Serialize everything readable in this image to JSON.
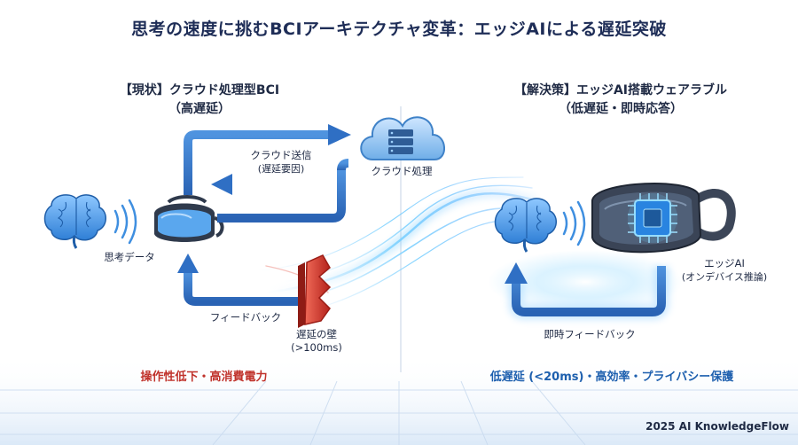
{
  "title": "思考の速度に挑むBCIアーキテクチャ変革：エッジAIによる遅延突破",
  "left_panel": {
    "heading_line1": "【現状】クラウド処理型BCI",
    "heading_line2": "（高遅延）",
    "cloud_send_label": "クラウド送信",
    "cloud_send_sub": "(遅延要因)",
    "cloud_process_label": "クラウド処理",
    "thought_data_label": "思考データ",
    "feedback_label": "フィードバック",
    "latency_wall_label": "遅延の壁",
    "latency_wall_value": "(>100ms)",
    "issues": "操作性低下・高消費電力"
  },
  "right_panel": {
    "heading_line1": "【解決策】エッジAI搭載ウェアラブル",
    "heading_line2": "（低遅延・即時応答）",
    "edge_ai_label": "エッジAI",
    "edge_ai_sub": "(オンデバイス推論)",
    "instant_feedback_label": "即時フィードバック",
    "benefits": "低遅延 (<20ms)・高効率・プライバシー保護"
  },
  "footer": "2025 AI KnowledgeFlow",
  "icons": {
    "brain": "brain-icon",
    "headset": "vr-headset-icon",
    "cloud": "cloud-server-icon",
    "wall": "latency-wall-icon",
    "chip": "ai-chip-icon",
    "signal": "signal-waves-icon"
  },
  "colors": {
    "arrow_blue": "#2f6fc4",
    "brain_blue": "#3f8fe0",
    "wall_red": "#d43a30",
    "issue_red": "#c0322b",
    "benefit_blue": "#1d5fae",
    "glow": "#7ad0ff"
  }
}
